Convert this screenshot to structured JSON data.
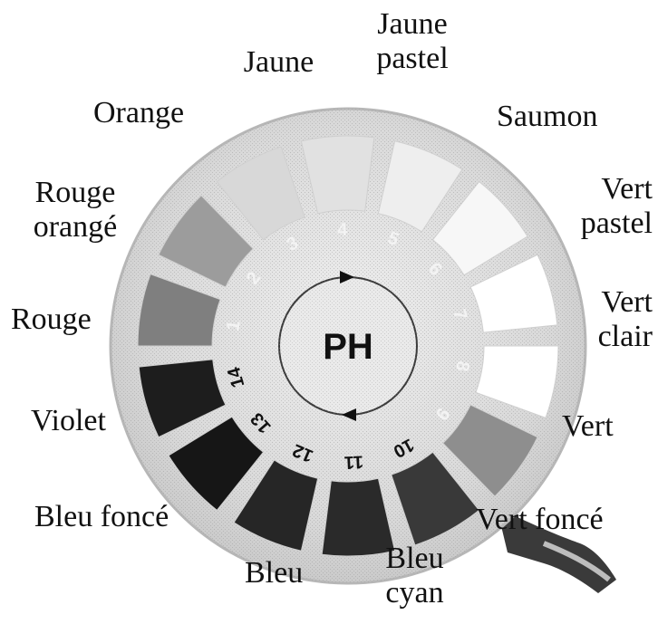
{
  "center_label": "PH",
  "wheel": {
    "segments": [
      {
        "n": "1",
        "color": "#7f7f7f"
      },
      {
        "n": "2",
        "color": "#9c9c9c"
      },
      {
        "n": "3",
        "color": "#d8d8d8"
      },
      {
        "n": "4",
        "color": "#e1e1e1"
      },
      {
        "n": "5",
        "color": "#eeeeee"
      },
      {
        "n": "6",
        "color": "#f7f7f7"
      },
      {
        "n": "7",
        "color": "#ffffff"
      },
      {
        "n": "8",
        "color": "#ffffff"
      },
      {
        "n": "9",
        "color": "#8e8e8e"
      },
      {
        "n": "10",
        "color": "#393939"
      },
      {
        "n": "11",
        "color": "#2a2a2a"
      },
      {
        "n": "12",
        "color": "#262626"
      },
      {
        "n": "13",
        "color": "#161616"
      },
      {
        "n": "14",
        "color": "#1d1d1d"
      }
    ]
  },
  "color_names": [
    {
      "key": "rouge",
      "text": "Rouge"
    },
    {
      "key": "rouge-orange",
      "text": "Rouge\norangé"
    },
    {
      "key": "orange",
      "text": "Orange"
    },
    {
      "key": "jaune",
      "text": "Jaune"
    },
    {
      "key": "jaune-pastel",
      "text": "Jaune\npastel"
    },
    {
      "key": "saumon",
      "text": "Saumon"
    },
    {
      "key": "vert-pastel",
      "text": "Vert\npastel"
    },
    {
      "key": "vert-clair",
      "text": "Vert\nclair"
    },
    {
      "key": "vert",
      "text": "Vert"
    },
    {
      "key": "vert-fonce",
      "text": "Vert foncé"
    },
    {
      "key": "bleu-cyan",
      "text": "Bleu\ncyan"
    },
    {
      "key": "bleu",
      "text": "Bleu"
    },
    {
      "key": "bleu-fonce",
      "text": "Bleu foncé"
    },
    {
      "key": "violet",
      "text": "Violet"
    }
  ]
}
